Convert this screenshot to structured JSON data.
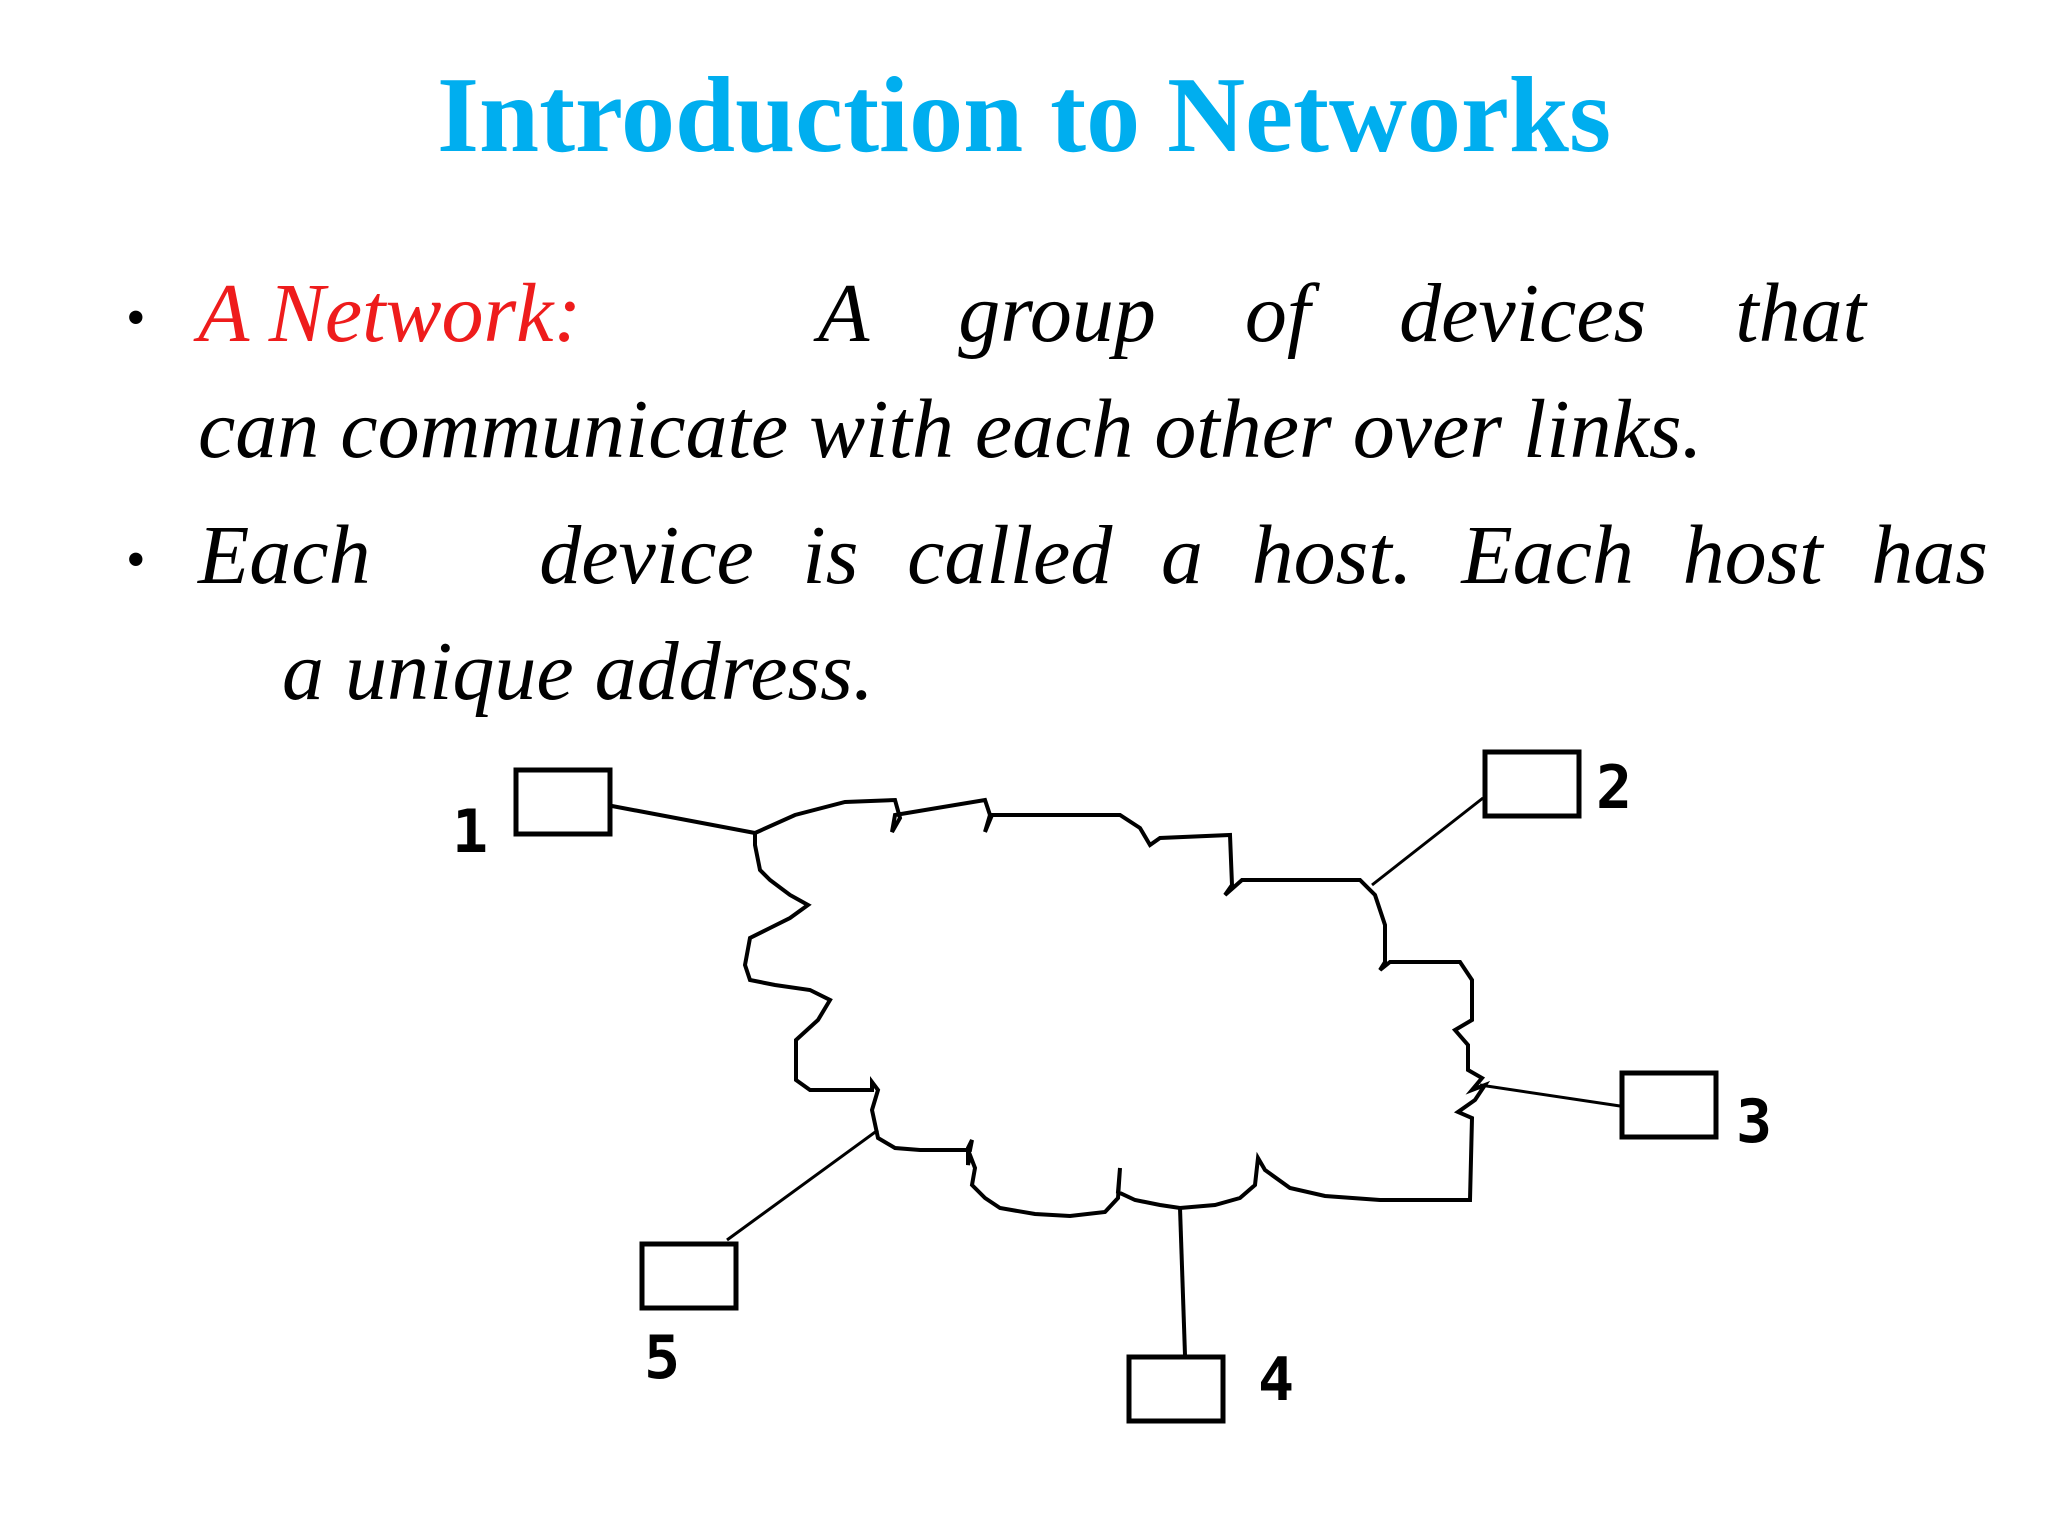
{
  "slide": {
    "title": "Introduction to Networks",
    "bullets": [
      {
        "term": "A Network:",
        "line1_words": [
          "A",
          "group",
          "of",
          "devices",
          "that"
        ],
        "line2": "can communicate with each other over links."
      },
      {
        "line1_words": [
          "Each",
          "device",
          "is",
          "called",
          "a",
          "host.",
          "Each",
          "host",
          "has"
        ],
        "line2": "a unique address."
      }
    ],
    "bullet_symbol": "•"
  },
  "diagram": {
    "hosts": [
      {
        "id": "host-1",
        "label": "1"
      },
      {
        "id": "host-2",
        "label": "2"
      },
      {
        "id": "host-3",
        "label": "3"
      },
      {
        "id": "host-4",
        "label": "4"
      },
      {
        "id": "host-5",
        "label": "5"
      }
    ]
  },
  "colors": {
    "title": "#00aeef",
    "term": "#ee1c1c",
    "text": "#000000"
  }
}
